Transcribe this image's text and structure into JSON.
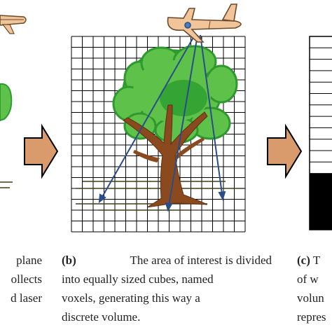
{
  "panel_a": {
    "caption_lines": [
      "plane",
      "ollects",
      "d laser"
    ]
  },
  "panel_b": {
    "caption_label": "(b)",
    "caption_line1_rest": "The area of interest is divided",
    "caption_line2": "into equally sized cubes, named",
    "caption_line3": "voxels, generating this way a",
    "caption_line4": "discrete volume.",
    "grid": {
      "columns": 16,
      "rows": 18
    }
  },
  "panel_c": {
    "caption_label": "(c)",
    "caption_lines": [
      "T",
      "of w",
      "volun",
      "repres"
    ]
  },
  "colors": {
    "arrow_fill": "#d99a6c",
    "arrow_stroke": "#000000",
    "grid_line": "#000000",
    "laser_ray": "#2a4c8a",
    "foliage_light": "#5ec24a",
    "foliage_dark": "#2e9a2e",
    "trunk": "#8b4a1e",
    "plane_body": "#f2c49a",
    "ground_line": "#3d3d1a",
    "voxel_filled": "#000000"
  },
  "icons": [
    "airplane-icon",
    "tree-icon",
    "process-arrow-icon"
  ]
}
